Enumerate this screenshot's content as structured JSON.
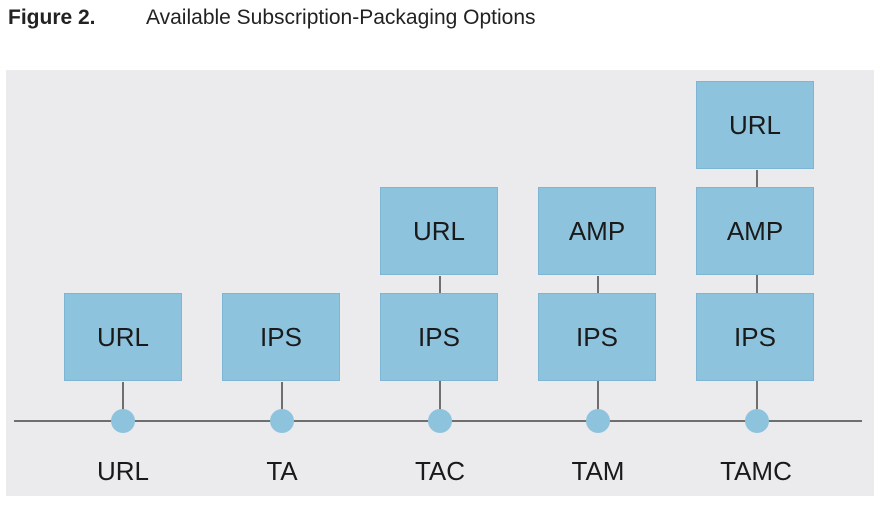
{
  "figure": {
    "label": "Figure 2.",
    "title": "Available Subscription-Packaging Options"
  },
  "packages": [
    {
      "name": "URL",
      "stack": [
        "URL"
      ]
    },
    {
      "name": "TA",
      "stack": [
        "IPS"
      ]
    },
    {
      "name": "TAC",
      "stack": [
        "IPS",
        "URL"
      ]
    },
    {
      "name": "TAM",
      "stack": [
        "IPS",
        "AMP"
      ]
    },
    {
      "name": "TAMC",
      "stack": [
        "IPS",
        "AMP",
        "URL"
      ]
    }
  ],
  "colors": {
    "box": "#8ec3de",
    "panel": "#ebebed",
    "line": "#6f6f6f"
  }
}
